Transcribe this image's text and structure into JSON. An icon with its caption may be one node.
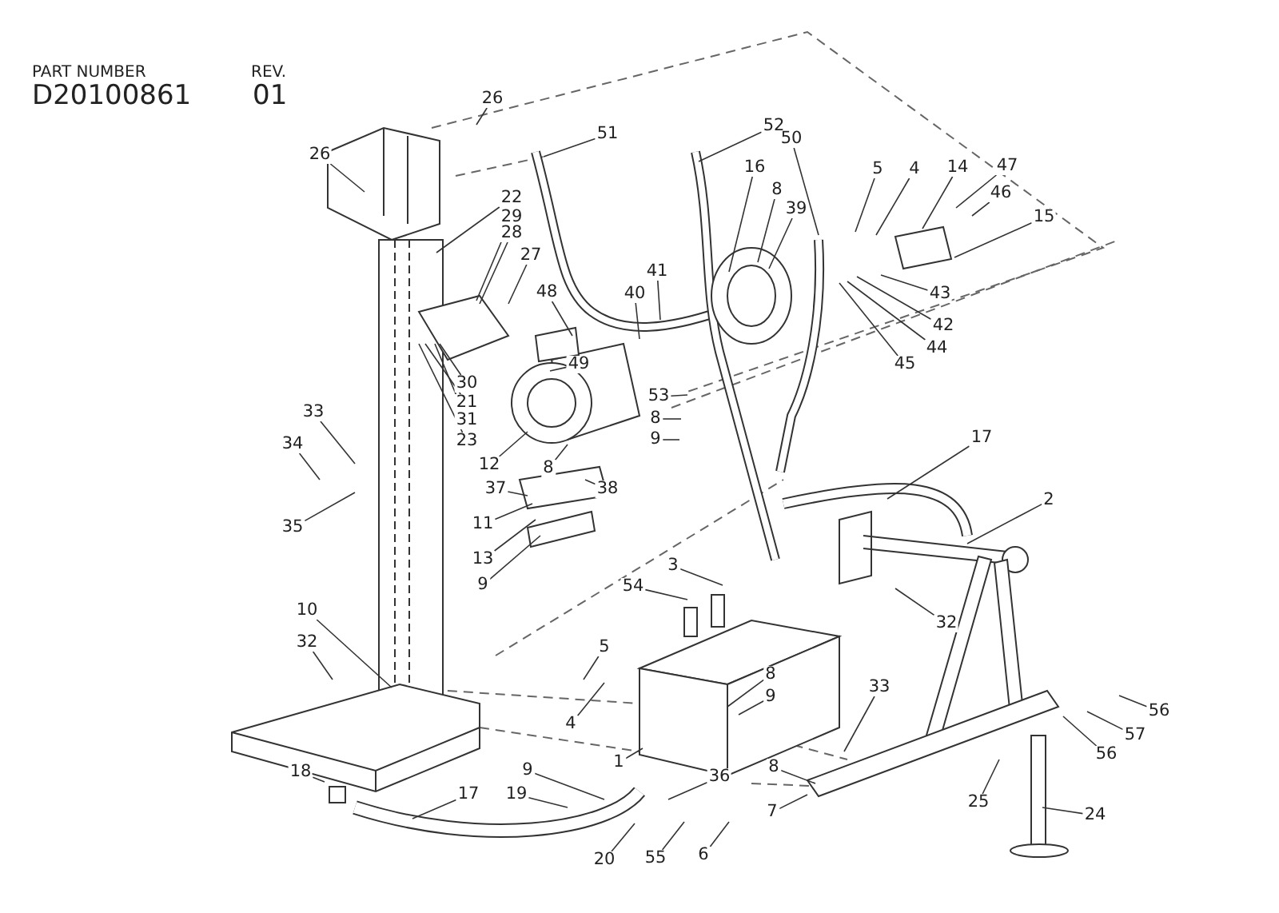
{
  "diagram": {
    "nodes": [
      {
        "text": [
          "26"
        ]
      },
      {
        "text": [
          "51"
        ]
      },
      {
        "text": [
          "52"
        ]
      },
      {
        "text": [
          "50"
        ]
      },
      {
        "text": [
          "26"
        ]
      },
      {
        "text": [
          "16"
        ]
      },
      {
        "text": [
          "8"
        ]
      },
      {
        "text": [
          "39"
        ]
      },
      {
        "text": [
          "5"
        ]
      },
      {
        "text": [
          "4"
        ]
      },
      {
        "text": [
          "14"
        ]
      },
      {
        "text": [
          "47"
        ]
      },
      {
        "text": [
          "46"
        ]
      },
      {
        "text": [
          "15"
        ]
      },
      {
        "text": [
          "22"
        ]
      },
      {
        "text": [
          "29"
        ]
      },
      {
        "text": [
          "28"
        ]
      },
      {
        "text": [
          "27"
        ]
      },
      {
        "text": [
          "48"
        ]
      },
      {
        "text": [
          "41"
        ]
      },
      {
        "text": [
          "40"
        ]
      },
      {
        "text": [
          "43"
        ]
      },
      {
        "text": [
          "42"
        ]
      },
      {
        "text": [
          "44"
        ]
      },
      {
        "text": [
          "45"
        ]
      },
      {
        "text": [
          "49"
        ]
      },
      {
        "text": [
          "30"
        ]
      },
      {
        "text": [
          "21"
        ]
      },
      {
        "text": [
          "53"
        ]
      },
      {
        "text": [
          "31"
        ]
      },
      {
        "text": [
          "8"
        ]
      },
      {
        "text": [
          "33"
        ]
      },
      {
        "text": [
          "9"
        ]
      },
      {
        "text": [
          "23"
        ]
      },
      {
        "text": [
          "34"
        ]
      },
      {
        "text": [
          "17"
        ]
      },
      {
        "text": [
          "12"
        ]
      },
      {
        "text": [
          "8"
        ]
      },
      {
        "text": [
          "37"
        ]
      },
      {
        "text": [
          "38"
        ]
      },
      {
        "text": [
          "2"
        ]
      },
      {
        "text": [
          "35"
        ]
      },
      {
        "text": [
          "11"
        ]
      },
      {
        "text": [
          "13"
        ]
      },
      {
        "text": [
          "3"
        ]
      },
      {
        "text": [
          "9"
        ]
      },
      {
        "text": [
          "54"
        ]
      },
      {
        "text": [
          "10"
        ]
      },
      {
        "text": [
          "32"
        ]
      },
      {
        "text": [
          "32"
        ]
      },
      {
        "text": [
          "5"
        ]
      },
      {
        "text": [
          "8"
        ]
      },
      {
        "text": [
          "33"
        ]
      },
      {
        "text": [
          "9"
        ]
      },
      {
        "text": [
          "56"
        ]
      },
      {
        "text": [
          "4"
        ]
      },
      {
        "text": [
          "57"
        ]
      },
      {
        "text": [
          "56"
        ]
      },
      {
        "text": [
          "9"
        ]
      },
      {
        "text": [
          "8"
        ]
      },
      {
        "text": [
          "1"
        ]
      },
      {
        "text": [
          "18"
        ]
      },
      {
        "text": [
          "36"
        ]
      },
      {
        "text": [
          "17"
        ]
      },
      {
        "text": [
          "19"
        ]
      },
      {
        "text": [
          "25"
        ]
      },
      {
        "text": [
          "7"
        ]
      },
      {
        "text": [
          "24"
        ]
      },
      {
        "text": [
          "20"
        ]
      },
      {
        "text": [
          "55"
        ]
      },
      {
        "text": [
          "6"
        ]
      }
    ],
    "edges": [
      {
        "from": 0,
        "to": null,
        "arrow": "none"
      },
      {
        "from": 1,
        "to": null,
        "arrow": "none"
      },
      {
        "from": 2,
        "to": null,
        "arrow": "none"
      },
      {
        "from": 3,
        "to": null,
        "arrow": "none"
      },
      {
        "from": 4,
        "to": null,
        "arrow": "none"
      },
      {
        "from": 5,
        "to": null,
        "arrow": "none"
      },
      {
        "from": 6,
        "to": null,
        "arrow": "none"
      },
      {
        "from": 7,
        "to": null,
        "arrow": "none"
      },
      {
        "from": 8,
        "to": null,
        "arrow": "none"
      },
      {
        "from": 9,
        "to": null,
        "arrow": "none"
      },
      {
        "from": 10,
        "to": null,
        "arrow": "none"
      },
      {
        "from": 11,
        "to": null,
        "arrow": "none"
      },
      {
        "from": 12,
        "to": null,
        "arrow": "none"
      },
      {
        "from": 13,
        "to": null,
        "arrow": "none"
      },
      {
        "from": 14,
        "to": null,
        "arrow": "none"
      },
      {
        "from": 15,
        "to": null,
        "arrow": "none"
      },
      {
        "from": 16,
        "to": null,
        "arrow": "none"
      },
      {
        "from": 17,
        "to": null,
        "arrow": "none"
      },
      {
        "from": 18,
        "to": null,
        "arrow": "none"
      },
      {
        "from": 19,
        "to": null,
        "arrow": "none"
      },
      {
        "from": 20,
        "to": null,
        "arrow": "none"
      },
      {
        "from": 21,
        "to": null,
        "arrow": "none"
      },
      {
        "from": 22,
        "to": null,
        "arrow": "none"
      },
      {
        "from": 23,
        "to": null,
        "arrow": "none"
      },
      {
        "from": 24,
        "to": null,
        "arrow": "none"
      },
      {
        "from": 25,
        "to": null,
        "arrow": "none"
      },
      {
        "from": 26,
        "to": null,
        "arrow": "none"
      },
      {
        "from": 27,
        "to": null,
        "arrow": "none"
      },
      {
        "from": 28,
        "to": null,
        "arrow": "none"
      },
      {
        "from": 29,
        "to": null,
        "arrow": "none"
      },
      {
        "from": 30,
        "to": null,
        "arrow": "none"
      },
      {
        "from": 31,
        "to": null,
        "arrow": "none"
      },
      {
        "from": 32,
        "to": null,
        "arrow": "none"
      },
      {
        "from": 33,
        "to": null,
        "arrow": "none"
      },
      {
        "from": 34,
        "to": null,
        "arrow": "none"
      },
      {
        "from": 35,
        "to": null,
        "arrow": "none"
      },
      {
        "from": 36,
        "to": null,
        "arrow": "none"
      },
      {
        "from": 37,
        "to": null,
        "arrow": "none"
      },
      {
        "from": 38,
        "to": null,
        "arrow": "none"
      },
      {
        "from": 39,
        "to": null,
        "arrow": "none"
      },
      {
        "from": 40,
        "to": null,
        "arrow": "none"
      },
      {
        "from": 41,
        "to": null,
        "arrow": "none"
      },
      {
        "from": 42,
        "to": null,
        "arrow": "none"
      },
      {
        "from": 43,
        "to": null,
        "arrow": "none"
      },
      {
        "from": 44,
        "to": null,
        "arrow": "none"
      },
      {
        "from": 45,
        "to": null,
        "arrow": "none"
      },
      {
        "from": 46,
        "to": null,
        "arrow": "none"
      },
      {
        "from": 47,
        "to": null,
        "arrow": "none"
      },
      {
        "from": 48,
        "to": null,
        "arrow": "none"
      },
      {
        "from": 49,
        "to": null,
        "arrow": "none"
      },
      {
        "from": 50,
        "to": null,
        "arrow": "none"
      },
      {
        "from": 51,
        "to": null,
        "arrow": "none"
      },
      {
        "from": 52,
        "to": null,
        "arrow": "none"
      },
      {
        "from": 53,
        "to": null,
        "arrow": "none"
      },
      {
        "from": 54,
        "to": null,
        "arrow": "none"
      },
      {
        "from": 55,
        "to": null,
        "arrow": "none"
      },
      {
        "from": 56,
        "to": null,
        "arrow": "none"
      },
      {
        "from": 57,
        "to": null,
        "arrow": "none"
      },
      {
        "from": 58,
        "to": null,
        "arrow": "none"
      },
      {
        "from": 59,
        "to": null,
        "arrow": "none"
      },
      {
        "from": 60,
        "to": null,
        "arrow": "none"
      },
      {
        "from": 61,
        "to": null,
        "arrow": "none"
      },
      {
        "from": 62,
        "to": null,
        "arrow": "none"
      },
      {
        "from": 63,
        "to": null,
        "arrow": "none"
      },
      {
        "from": 64,
        "to": null,
        "arrow": "none"
      },
      {
        "from": 65,
        "to": null,
        "arrow": "none"
      },
      {
        "from": 66,
        "to": null,
        "arrow": "none"
      },
      {
        "from": 67,
        "to": null,
        "arrow": "none"
      },
      {
        "from": 68,
        "to": null,
        "arrow": "none"
      },
      {
        "from": 69,
        "to": null,
        "arrow": "none"
      },
      {
        "from": 70,
        "to": null,
        "arrow": "none"
      }
    ],
    "labels": [
      "PART NUMBER",
      "D20100861",
      "REV.",
      "01"
    ]
  }
}
